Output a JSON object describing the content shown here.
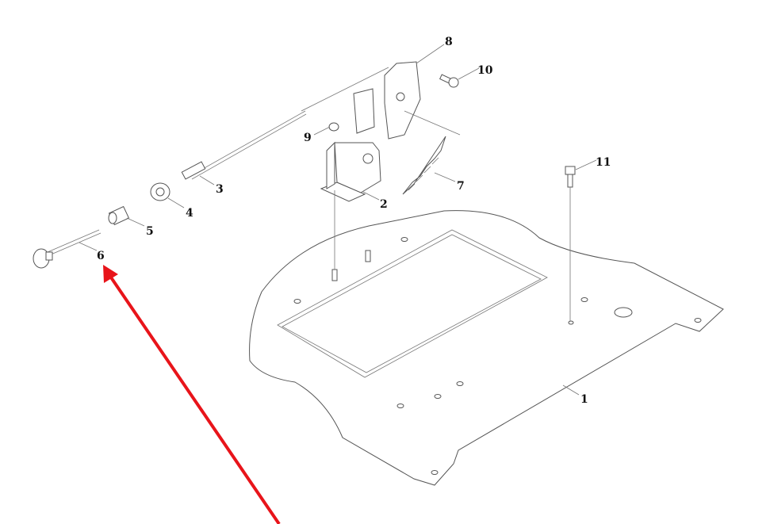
{
  "diagram": {
    "callouts": [
      "1",
      "2",
      "3",
      "4",
      "5",
      "6",
      "7",
      "8",
      "9",
      "10",
      "11"
    ],
    "highlighted_callout": "6",
    "arrow_color": "#e8141a"
  }
}
